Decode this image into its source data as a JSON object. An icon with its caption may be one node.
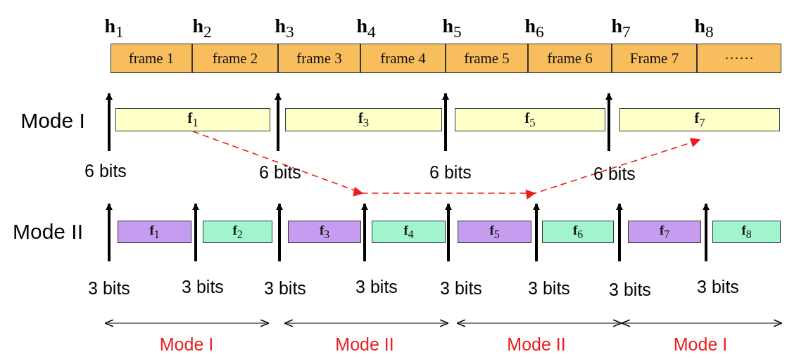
{
  "diagram": {
    "nodes": [
      {
        "text": [
          "frame 1"
        ]
      },
      {
        "text": [
          "frame 2"
        ]
      },
      {
        "text": [
          "frame 3"
        ]
      },
      {
        "text": [
          "frame 4"
        ]
      },
      {
        "text": [
          "frame 5"
        ]
      },
      {
        "text": [
          "frame 6"
        ]
      },
      {
        "text": [
          "Frame 7"
        ]
      },
      {
        "text": [
          "······"
        ]
      },
      {
        "text": [
          "**f**$_{1}$"
        ]
      },
      {
        "text": [
          "**f**$_{3}$"
        ]
      },
      {
        "text": [
          "**f**$_{5}$"
        ]
      },
      {
        "text": [
          "**f**$_{7}$"
        ]
      },
      {
        "text": [
          "**f**$_{1}$"
        ]
      },
      {
        "text": [
          "**f**$_{2}$"
        ]
      },
      {
        "text": [
          "**f**$_{3}$"
        ]
      },
      {
        "text": [
          "**f**$_{4}$"
        ]
      },
      {
        "text": [
          "**f**$_{5}$"
        ]
      },
      {
        "text": [
          "**f**$_{6}$"
        ]
      },
      {
        "text": [
          "**f**$_{7}$"
        ]
      },
      {
        "text": [
          "**f**$_{8}$"
        ]
      }
    ],
    "edges": [
      {
        "from": 8,
        "to": 11,
        "arrow": "to",
        "style": "dashed",
        "color": "#ee1c1c"
      }
    ],
    "labels": [
      "**h**$_{1}$",
      "**h**$_{2}$",
      "**h**$_{3}$",
      "**h**$_{4}$",
      "**h**$_{5}$",
      "**h**$_{6}$",
      "**h**$_{7}$",
      "**h**$_{8}$",
      "Mode I",
      "6 bits",
      "6 bits",
      "6 bits",
      "6 bits",
      "Mode II",
      "3 bits",
      "3 bits",
      "3 bits",
      "3 bits",
      "3 bits",
      "3 bits",
      "3 bits",
      "3 bits",
      "Mode I",
      "Mode II",
      "Mode II",
      "Mode I"
    ]
  }
}
